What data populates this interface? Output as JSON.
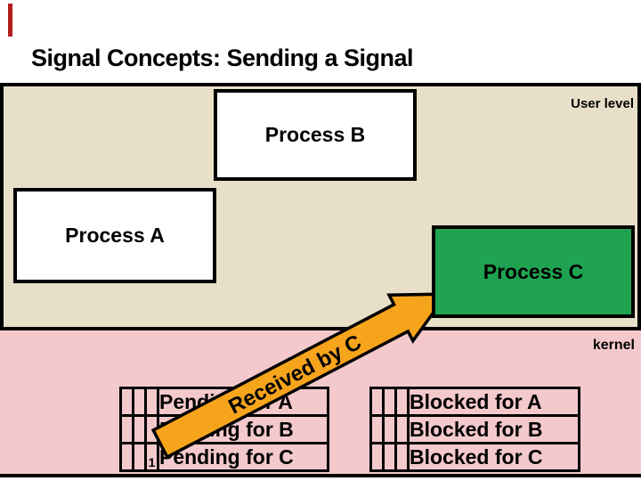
{
  "slide": {
    "title": "Signal Concepts: Sending a Signal",
    "accent_color": "#B51D1D",
    "background": "#FFFFFF"
  },
  "user_space": {
    "label": "User level",
    "bg_color": "#E7DFC7"
  },
  "kernel_space": {
    "label": "kernel",
    "bg_color": "#F3C9CC"
  },
  "processes": [
    {
      "name": "Process B",
      "bg_color": "#FFFFFF"
    },
    {
      "name": "Process A",
      "bg_color": "#FFFFFF"
    },
    {
      "name": "Process C",
      "bg_color": "#1FA350"
    }
  ],
  "signal_arrow": {
    "label": "Received by C",
    "color": "#F7A41D"
  },
  "pending_table": {
    "rows": [
      {
        "bits": [
          "",
          "",
          ""
        ],
        "label": "Pending for A"
      },
      {
        "bits": [
          "",
          "",
          ""
        ],
        "label": "Pending for B"
      },
      {
        "bits": [
          "",
          "",
          "1"
        ],
        "label": "Pending for C"
      }
    ]
  },
  "blocked_table": {
    "rows": [
      {
        "bits": [
          "",
          "",
          ""
        ],
        "label": "Blocked for A"
      },
      {
        "bits": [
          "",
          "",
          ""
        ],
        "label": "Blocked for B"
      },
      {
        "bits": [
          "",
          "",
          ""
        ],
        "label": "Blocked for C"
      }
    ]
  }
}
